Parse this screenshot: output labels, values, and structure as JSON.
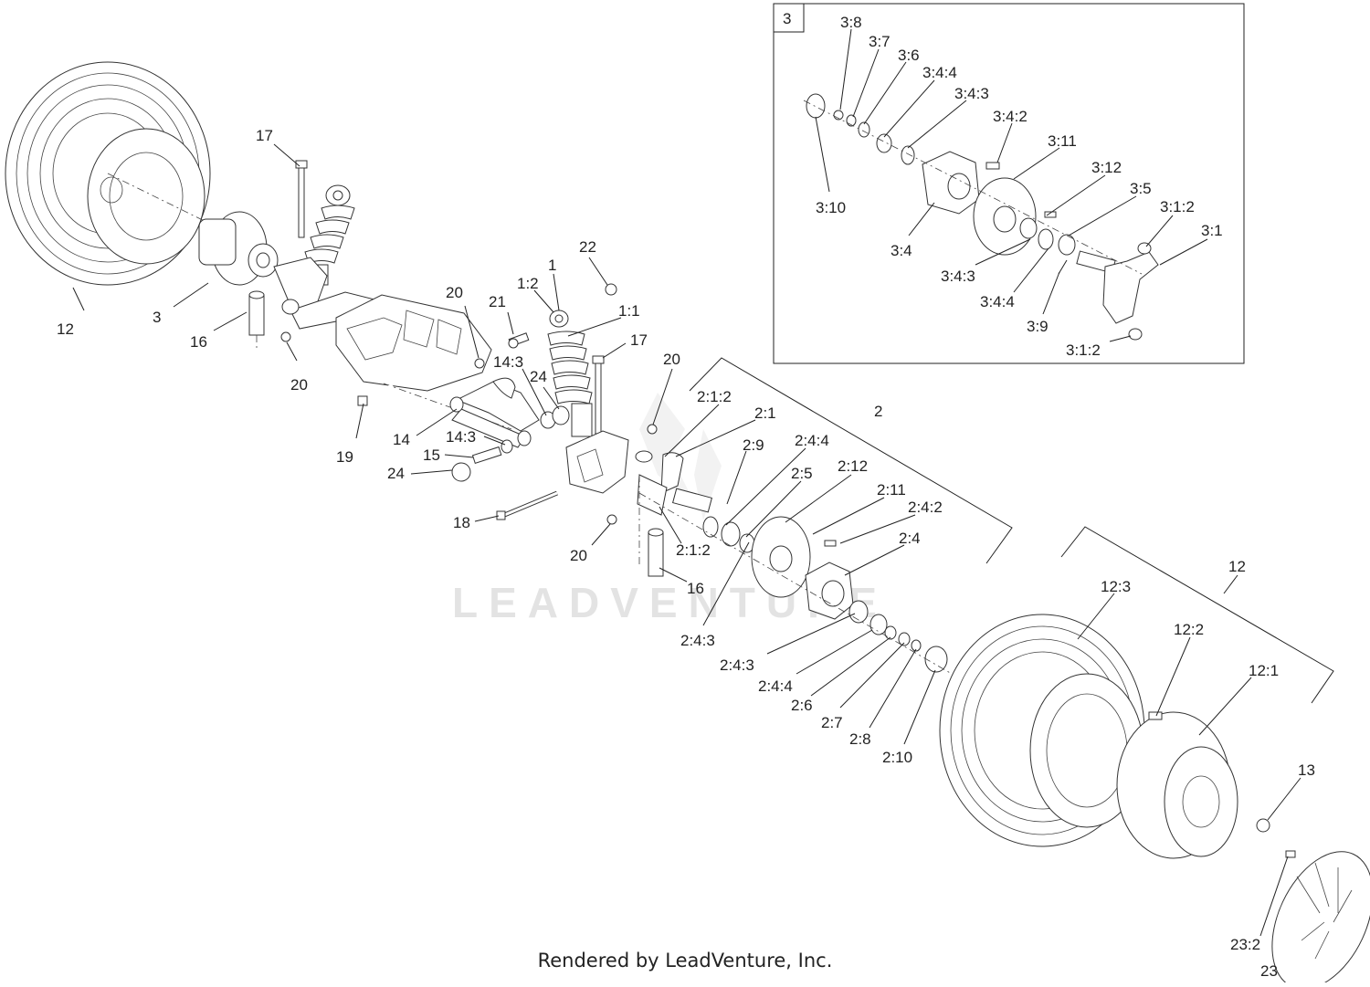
{
  "watermark": "LEADVENTURE",
  "footer": "Rendered by LeadVenture, Inc.",
  "inset_tag": "3",
  "callouts": {
    "c12a": "12",
    "c3": "3",
    "c16a": "16",
    "c20a": "20",
    "c17a": "17",
    "c20b": "20",
    "c21": "21",
    "c1_2": "1:2",
    "c1": "1",
    "c22": "22",
    "c1_1": "1:1",
    "c17b": "17",
    "c14_3a": "14:3",
    "c24a": "24",
    "c20c": "20",
    "c19": "19",
    "c14": "14",
    "c14_3b": "14:3",
    "c15": "15",
    "c24b": "24",
    "c18": "18",
    "c20d": "20",
    "c2_1_2a": "2:1:2",
    "c2_1": "2:1",
    "c2": "2",
    "c2_9": "2:9",
    "c2_4_4a": "2:4:4",
    "c2_5": "2:5",
    "c2_12": "2:12",
    "c2_11": "2:11",
    "c2_4_2": "2:4:2",
    "c2_4": "2:4",
    "c2_1_2b": "2:1:2",
    "c16b": "16",
    "c2_4_3a": "2:4:3",
    "c2_4_3b": "2:4:3",
    "c2_4_4b": "2:4:4",
    "c2_6": "2:6",
    "c2_7": "2:7",
    "c2_8": "2:8",
    "c2_10": "2:10",
    "c12b": "12",
    "c12_3": "12:3",
    "c12_2": "12:2",
    "c12_1": "12:1",
    "c13": "13",
    "c23_2": "23:2",
    "c23": "23",
    "i3_8": "3:8",
    "i3_7": "3:7",
    "i3_6": "3:6",
    "i3_4_4a": "3:4:4",
    "i3_4_3a": "3:4:3",
    "i3_4_2": "3:4:2",
    "i3_11": "3:11",
    "i3_12": "3:12",
    "i3_5": "3:5",
    "i3_1_2a": "3:1:2",
    "i3_1": "3:1",
    "i3_10": "3:10",
    "i3_4": "3:4",
    "i3_4_3b": "3:4:3",
    "i3_4_4b": "3:4:4",
    "i3_9": "3:9",
    "i3_1_2b": "3:1:2"
  }
}
